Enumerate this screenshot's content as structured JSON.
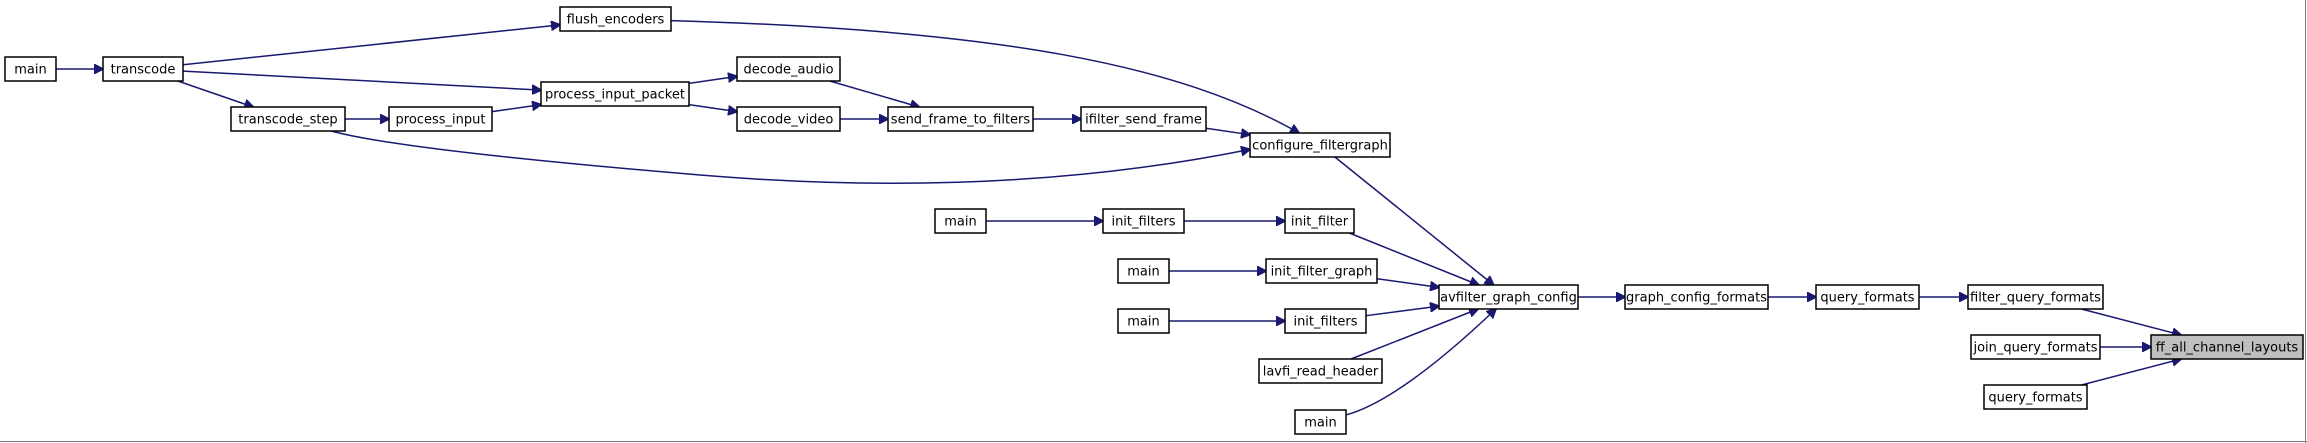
{
  "graph": {
    "nodes": [
      {
        "id": "main_1",
        "label": "main"
      },
      {
        "id": "transcode",
        "label": "transcode"
      },
      {
        "id": "transcode_step",
        "label": "transcode_step"
      },
      {
        "id": "flush_encoders",
        "label": "flush_encoders"
      },
      {
        "id": "process_input",
        "label": "process_input"
      },
      {
        "id": "process_input_packet",
        "label": "process_input_packet"
      },
      {
        "id": "decode_audio",
        "label": "decode_audio"
      },
      {
        "id": "decode_video",
        "label": "decode_video"
      },
      {
        "id": "send_frame_to_filters",
        "label": "send_frame_to_filters"
      },
      {
        "id": "ifilter_send_frame",
        "label": "ifilter_send_frame"
      },
      {
        "id": "configure_filtergraph",
        "label": "configure_filtergraph"
      },
      {
        "id": "main_2",
        "label": "main"
      },
      {
        "id": "init_filters_1",
        "label": "init_filters"
      },
      {
        "id": "init_filter",
        "label": "init_filter"
      },
      {
        "id": "main_3",
        "label": "main"
      },
      {
        "id": "init_filter_graph",
        "label": "init_filter_graph"
      },
      {
        "id": "main_4",
        "label": "main"
      },
      {
        "id": "init_filters_2",
        "label": "init_filters"
      },
      {
        "id": "lavfi_read_header",
        "label": "lavfi_read_header"
      },
      {
        "id": "main_5",
        "label": "main"
      },
      {
        "id": "avfilter_graph_config",
        "label": "avfilter_graph_config"
      },
      {
        "id": "graph_config_formats",
        "label": "graph_config_formats"
      },
      {
        "id": "query_formats_1",
        "label": "query_formats"
      },
      {
        "id": "filter_query_formats",
        "label": "filter_query_formats"
      },
      {
        "id": "join_query_formats",
        "label": "join_query_formats"
      },
      {
        "id": "query_formats_2",
        "label": "query_formats"
      },
      {
        "id": "ff_all_channel_layouts",
        "label": "ff_all_channel_layouts",
        "highlight": true
      }
    ],
    "edges": [
      [
        "main_1",
        "transcode"
      ],
      [
        "transcode",
        "flush_encoders"
      ],
      [
        "transcode",
        "process_input_packet"
      ],
      [
        "transcode",
        "transcode_step"
      ],
      [
        "transcode_step",
        "process_input"
      ],
      [
        "transcode_step",
        "configure_filtergraph"
      ],
      [
        "process_input",
        "process_input_packet"
      ],
      [
        "process_input_packet",
        "decode_audio"
      ],
      [
        "process_input_packet",
        "decode_video"
      ],
      [
        "decode_audio",
        "send_frame_to_filters"
      ],
      [
        "decode_video",
        "send_frame_to_filters"
      ],
      [
        "send_frame_to_filters",
        "ifilter_send_frame"
      ],
      [
        "ifilter_send_frame",
        "configure_filtergraph"
      ],
      [
        "flush_encoders",
        "configure_filtergraph"
      ],
      [
        "configure_filtergraph",
        "avfilter_graph_config"
      ],
      [
        "main_2",
        "init_filters_1"
      ],
      [
        "init_filters_1",
        "init_filter"
      ],
      [
        "init_filter",
        "avfilter_graph_config"
      ],
      [
        "main_3",
        "init_filter_graph"
      ],
      [
        "init_filter_graph",
        "avfilter_graph_config"
      ],
      [
        "main_4",
        "init_filters_2"
      ],
      [
        "init_filters_2",
        "avfilter_graph_config"
      ],
      [
        "lavfi_read_header",
        "avfilter_graph_config"
      ],
      [
        "main_5",
        "avfilter_graph_config"
      ],
      [
        "avfilter_graph_config",
        "graph_config_formats"
      ],
      [
        "graph_config_formats",
        "query_formats_1"
      ],
      [
        "query_formats_1",
        "filter_query_formats"
      ],
      [
        "filter_query_formats",
        "ff_all_channel_layouts"
      ],
      [
        "join_query_formats",
        "ff_all_channel_layouts"
      ],
      [
        "query_formats_2",
        "ff_all_channel_layouts"
      ]
    ]
  },
  "colors": {
    "edge": "#191970",
    "node_border": "#000000",
    "node_fill": "#ffffff",
    "highlight_fill": "#bfbfbf"
  }
}
